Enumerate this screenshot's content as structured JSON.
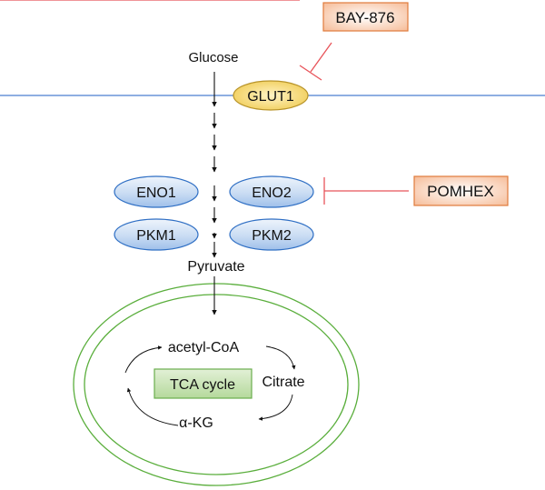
{
  "title": "Glycolysis to TCA cycle pathway with inhibitors",
  "nodes": {
    "glucose": "Glucose",
    "glut1": "GLUT1",
    "bay876": "BAY-876",
    "eno1": "ENO1",
    "eno2": "ENO2",
    "pkm1": "PKM1",
    "pkm2": "PKM2",
    "pomhex": "POMHEX",
    "pyruvate": "Pyruvate",
    "acetyl_coa": "acetyl-CoA",
    "citrate": "Citrate",
    "akg": "α-KG",
    "tca": "TCA cycle"
  },
  "edges": [
    {
      "from": "Glucose",
      "to": "Pyruvate",
      "type": "activation",
      "steps": 8
    },
    {
      "from": "Pyruvate",
      "to": "acetyl-CoA",
      "type": "activation"
    },
    {
      "from": "acetyl-CoA",
      "to": "Citrate",
      "type": "activation"
    },
    {
      "from": "Citrate",
      "to": "α-KG",
      "type": "activation"
    },
    {
      "from": "α-KG",
      "to": "acetyl-CoA",
      "type": "activation"
    },
    {
      "from": "BAY-876",
      "to": "GLUT1",
      "type": "inhibition"
    },
    {
      "from": "POMHEX",
      "to": "ENO2",
      "type": "inhibition"
    }
  ],
  "colors": {
    "membrane": "#4a7fd0",
    "inhibitor_line": "#e8545a",
    "inhibitor_box_border": "#e07b3c",
    "glut1_fill": "#f2d36b",
    "glut1_border": "#b8942a",
    "enzyme_border": "#2f6fc4",
    "mito_border": "#5aae3c",
    "tca_border": "#6aae4e"
  }
}
